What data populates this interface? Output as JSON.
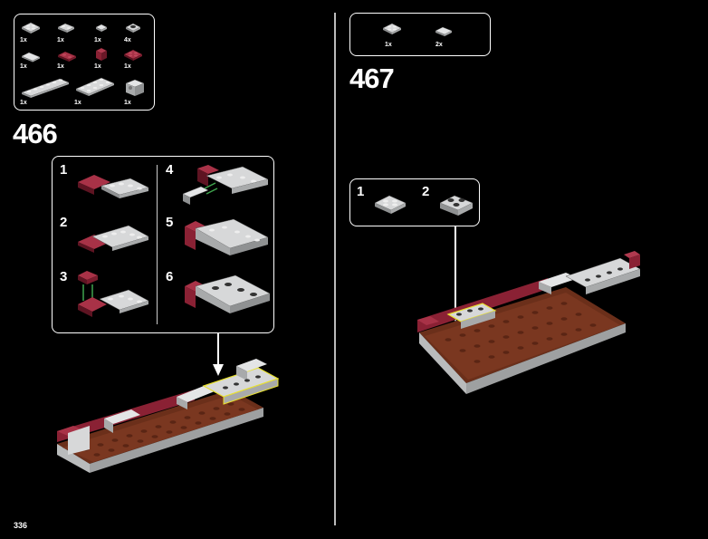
{
  "page_number": "336",
  "step_466": {
    "number": "466",
    "parts": [
      {
        "qty": "1x",
        "icon": "light-gray-plate-2x2-piece"
      },
      {
        "qty": "1x",
        "icon": "light-gray-plate-1x2-piece"
      },
      {
        "qty": "1x",
        "icon": "light-gray-tile-1x1-piece"
      },
      {
        "qty": "4x",
        "icon": "light-gray-round-plate-piece"
      },
      {
        "qty": "1x",
        "icon": "light-gray-tile-1x2-piece"
      },
      {
        "qty": "1x",
        "icon": "dark-red-plate-1x2-piece"
      },
      {
        "qty": "1x",
        "icon": "dark-red-brick-1x1-piece"
      },
      {
        "qty": "1x",
        "icon": "dark-red-plate-2x2-piece"
      },
      {
        "qty": "1x",
        "icon": "light-gray-plate-1x6-piece"
      },
      {
        "qty": "1x",
        "icon": "light-gray-plate-2x4-piece"
      },
      {
        "qty": "1x",
        "icon": "light-gray-bracket-piece"
      }
    ],
    "substeps": [
      "1",
      "2",
      "3",
      "4",
      "5",
      "6"
    ]
  },
  "step_467": {
    "number": "467",
    "parts": [
      {
        "qty": "1x",
        "icon": "light-gray-plate-2x2-piece"
      },
      {
        "qty": "2x",
        "icon": "light-gray-tile-1x1-piece"
      }
    ],
    "substeps": [
      "1",
      "2"
    ]
  },
  "colors": {
    "background": "#000000",
    "light_gray": "#bfc1c2",
    "dark_red": "#8a2134",
    "reddish_brown": "#6b2f1a",
    "highlight": "#e8e030"
  }
}
